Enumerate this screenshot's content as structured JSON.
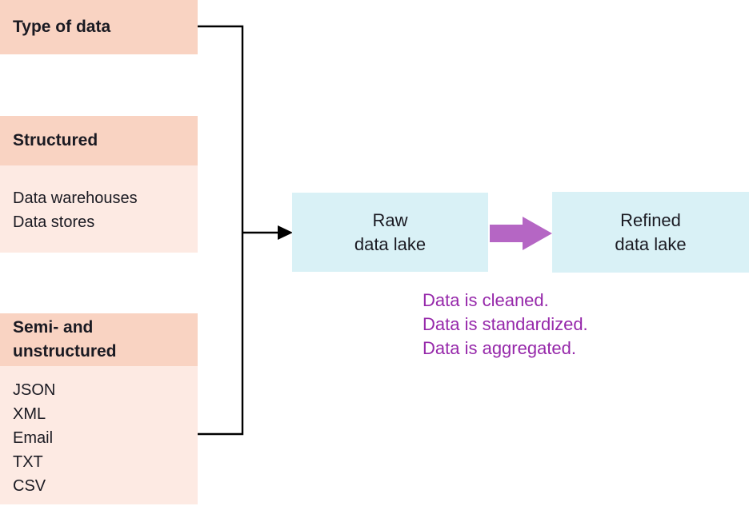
{
  "palette": {
    "group_header_bg": "#f9d3c2",
    "group_body_bg": "#fdeae3",
    "lake_box_bg": "#d9f1f6",
    "flow_arrow_purple": "#b566c4",
    "caption_purple": "#9628aa",
    "text_dark": "#1a1a22",
    "connector_black": "#000000"
  },
  "left_panel": {
    "title": "Type of data",
    "groups": [
      {
        "header": "Structured",
        "items": [
          "Data warehouses",
          "Data stores"
        ]
      },
      {
        "header": "Semi- and unstructured",
        "items": [
          "JSON",
          "XML",
          "Email",
          "TXT",
          "CSV"
        ]
      }
    ]
  },
  "flow": {
    "raw_lake": {
      "line1": "Raw",
      "line2": "data lake"
    },
    "refined_lake": {
      "line1": "Refined",
      "line2": "data lake"
    },
    "caption_lines": [
      "Data is cleaned.",
      "Data is standardized.",
      "Data is aggregated."
    ]
  },
  "icons": {
    "branch_arrowhead": "right-arrowhead",
    "flow_arrow": "thick-right-arrow"
  }
}
